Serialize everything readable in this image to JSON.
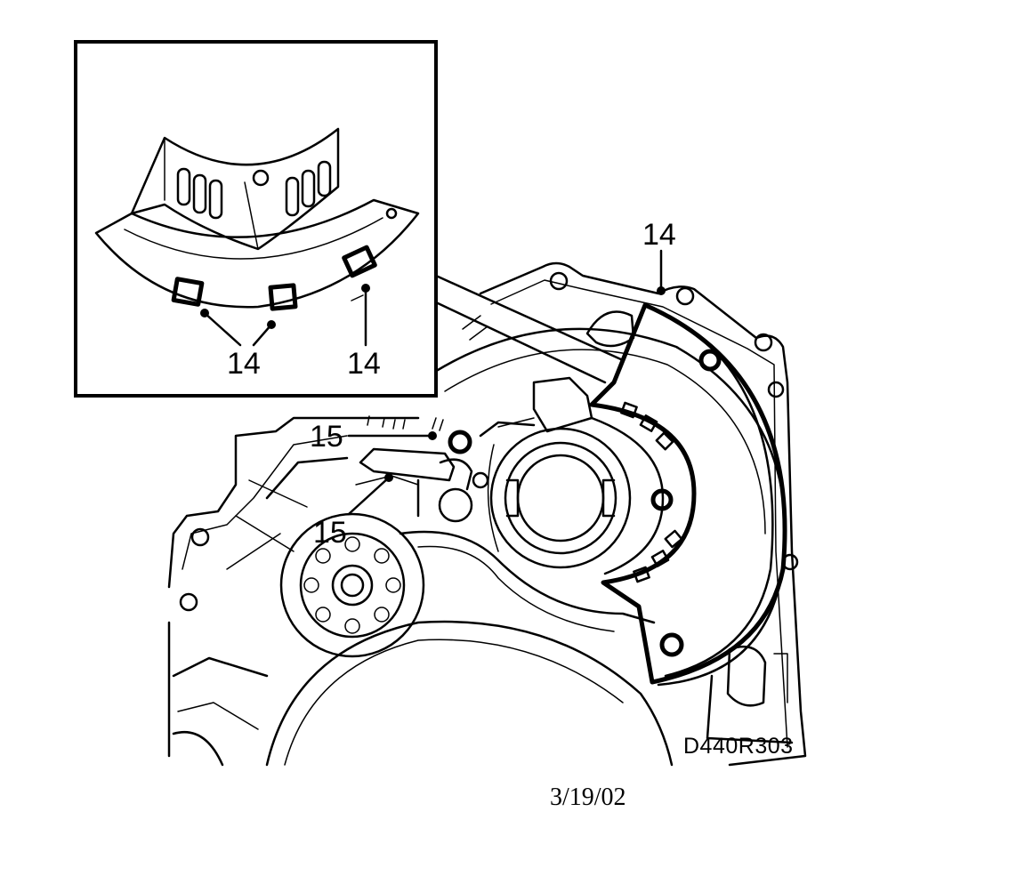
{
  "inset": {
    "labels": [
      "14",
      "14"
    ]
  },
  "main": {
    "labels": [
      "14",
      "15",
      "15"
    ]
  },
  "figure_code": "D440R303",
  "date_stamp": "3/19/02"
}
